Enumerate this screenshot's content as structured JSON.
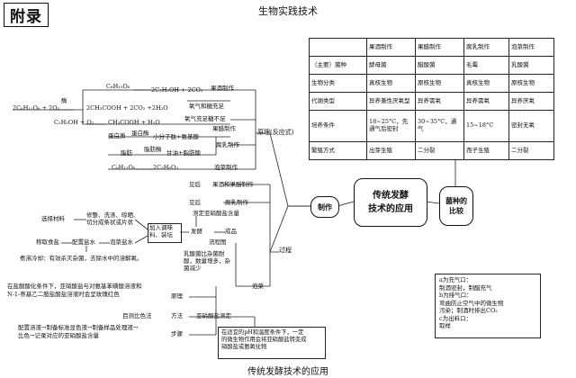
{
  "header": {
    "badge": "附录",
    "title": "生物实践技术"
  },
  "caption": "传统发酵技术的应用",
  "center": {
    "line1": "传统发酵",
    "line2": "技术的应用"
  },
  "left_node": "制作",
  "right_node": {
    "line1": "菌种的",
    "line2": "比较"
  },
  "table": {
    "headers": [
      "",
      "果酒制作",
      "果醋制作",
      "腐乳制作",
      "泡菜制作"
    ],
    "rows": [
      [
        "（主要）菌种",
        "酵母菌",
        "醋酸菌",
        "毛霉",
        "乳酸菌"
      ],
      [
        "生物分类",
        "真核生物",
        "原核生物",
        "真核生物",
        "原核生物"
      ],
      [
        "代谢类型",
        "异养兼性厌氧型",
        "异养需氧",
        "异养需氧",
        "异养厌氧"
      ],
      [
        "培养条件",
        "18~25°C，先通气后密封",
        "30~35°C，通气",
        "15~18°C",
        "密封无氧"
      ],
      [
        "繁殖方式",
        "出芽生殖",
        "二分裂",
        "孢子生殖",
        "二分裂"
      ]
    ]
  },
  "principle": {
    "label": "原理(反应式)",
    "eq1_r": "C₆H₁₂O₆",
    "eq1_p": "2C₂H₅OH + 2CO₂",
    "eq1_label": "果酒制作",
    "eq2_r": "2C₆H₁₂O₆ + 2O₂",
    "eq2_enzyme": "酶",
    "eq2_p": "2CH₃COOH + 2CO₂ +2H₂O",
    "eq2_note": "氧气和糖充足",
    "eq3_r": "C₂H₅OH + O₂",
    "eq3_p": "CH₃COOH + H₂O",
    "eq3_note": "氧气充足糖不足",
    "eq3_label": "果醋制作",
    "eq4_r": "蛋白质",
    "eq4_mid": "蛋白酶",
    "eq4_p": "小分子肽+氨基酸",
    "eq4_label": "腐乳制作",
    "eq5_r": "脂肪",
    "eq5_mid": "脂肪酶",
    "eq5_p": "甘油+脂肪酸",
    "eq6_r": "C₆H₁₂O₆",
    "eq6_p": "2C₃H₆O₃",
    "eq6_label": "泡菜制作"
  },
  "process": {
    "label": "过程",
    "p1": "见后",
    "p1_label": "果酒和果醋制作",
    "p2": "见后",
    "p2_label": "腐乳制作",
    "select": "选择材料",
    "prep": "修整、洗涤、晾晒、切分成条状或片状",
    "salt": "称取食盐",
    "brine": "配置盐水",
    "cool": "煮沸冷却：有效杀灭杂菌，去除水中的溶解氧。",
    "brine_seal": "泡菜盐水",
    "add": "加入调味料、装坛",
    "ferment": "发酵",
    "product": "成品",
    "nitrite": "测定亚硝酸盐含量",
    "flowchart": "流程图",
    "lactic": "乳酸菌比杂菌耐酸，数量增多，杂菌减少",
    "pickle": "泡菜"
  },
  "nitrite": {
    "label": "亚硝酸盐测定",
    "principle_text1": "在盐酸酸化条件下，亚硝酸盐与对氨基苯磺酸溶液和",
    "principle_text2": "N-1-萘基乙二胺盐酸盐溶液时会呈玫瑰红色",
    "principle_label": "原理",
    "method_text": "目测比色法",
    "method_label": "方法",
    "steps_text1": "配置溶液→制备标准显色液→制备样品处理液→",
    "steps_text2": "比色→记录对应的亚硝酸盐含量",
    "steps_label": "步骤",
    "note1": "在适宜的pH和温度条件下，一定",
    "note2": "的微生物作用会将亚硝酸盐转变成",
    "note3": "硝酸盐或氨氧化物"
  },
  "gas": {
    "a": "a为充气口：",
    "a_desc": "制酒密封，制醋充气",
    "b": "b为排气口：",
    "b_desc1": "弯曲防止空气中的微生物",
    "b_desc2": "污染；制酒时排出CO₂",
    "c": "c为出料口：",
    "c_desc": "取样"
  }
}
